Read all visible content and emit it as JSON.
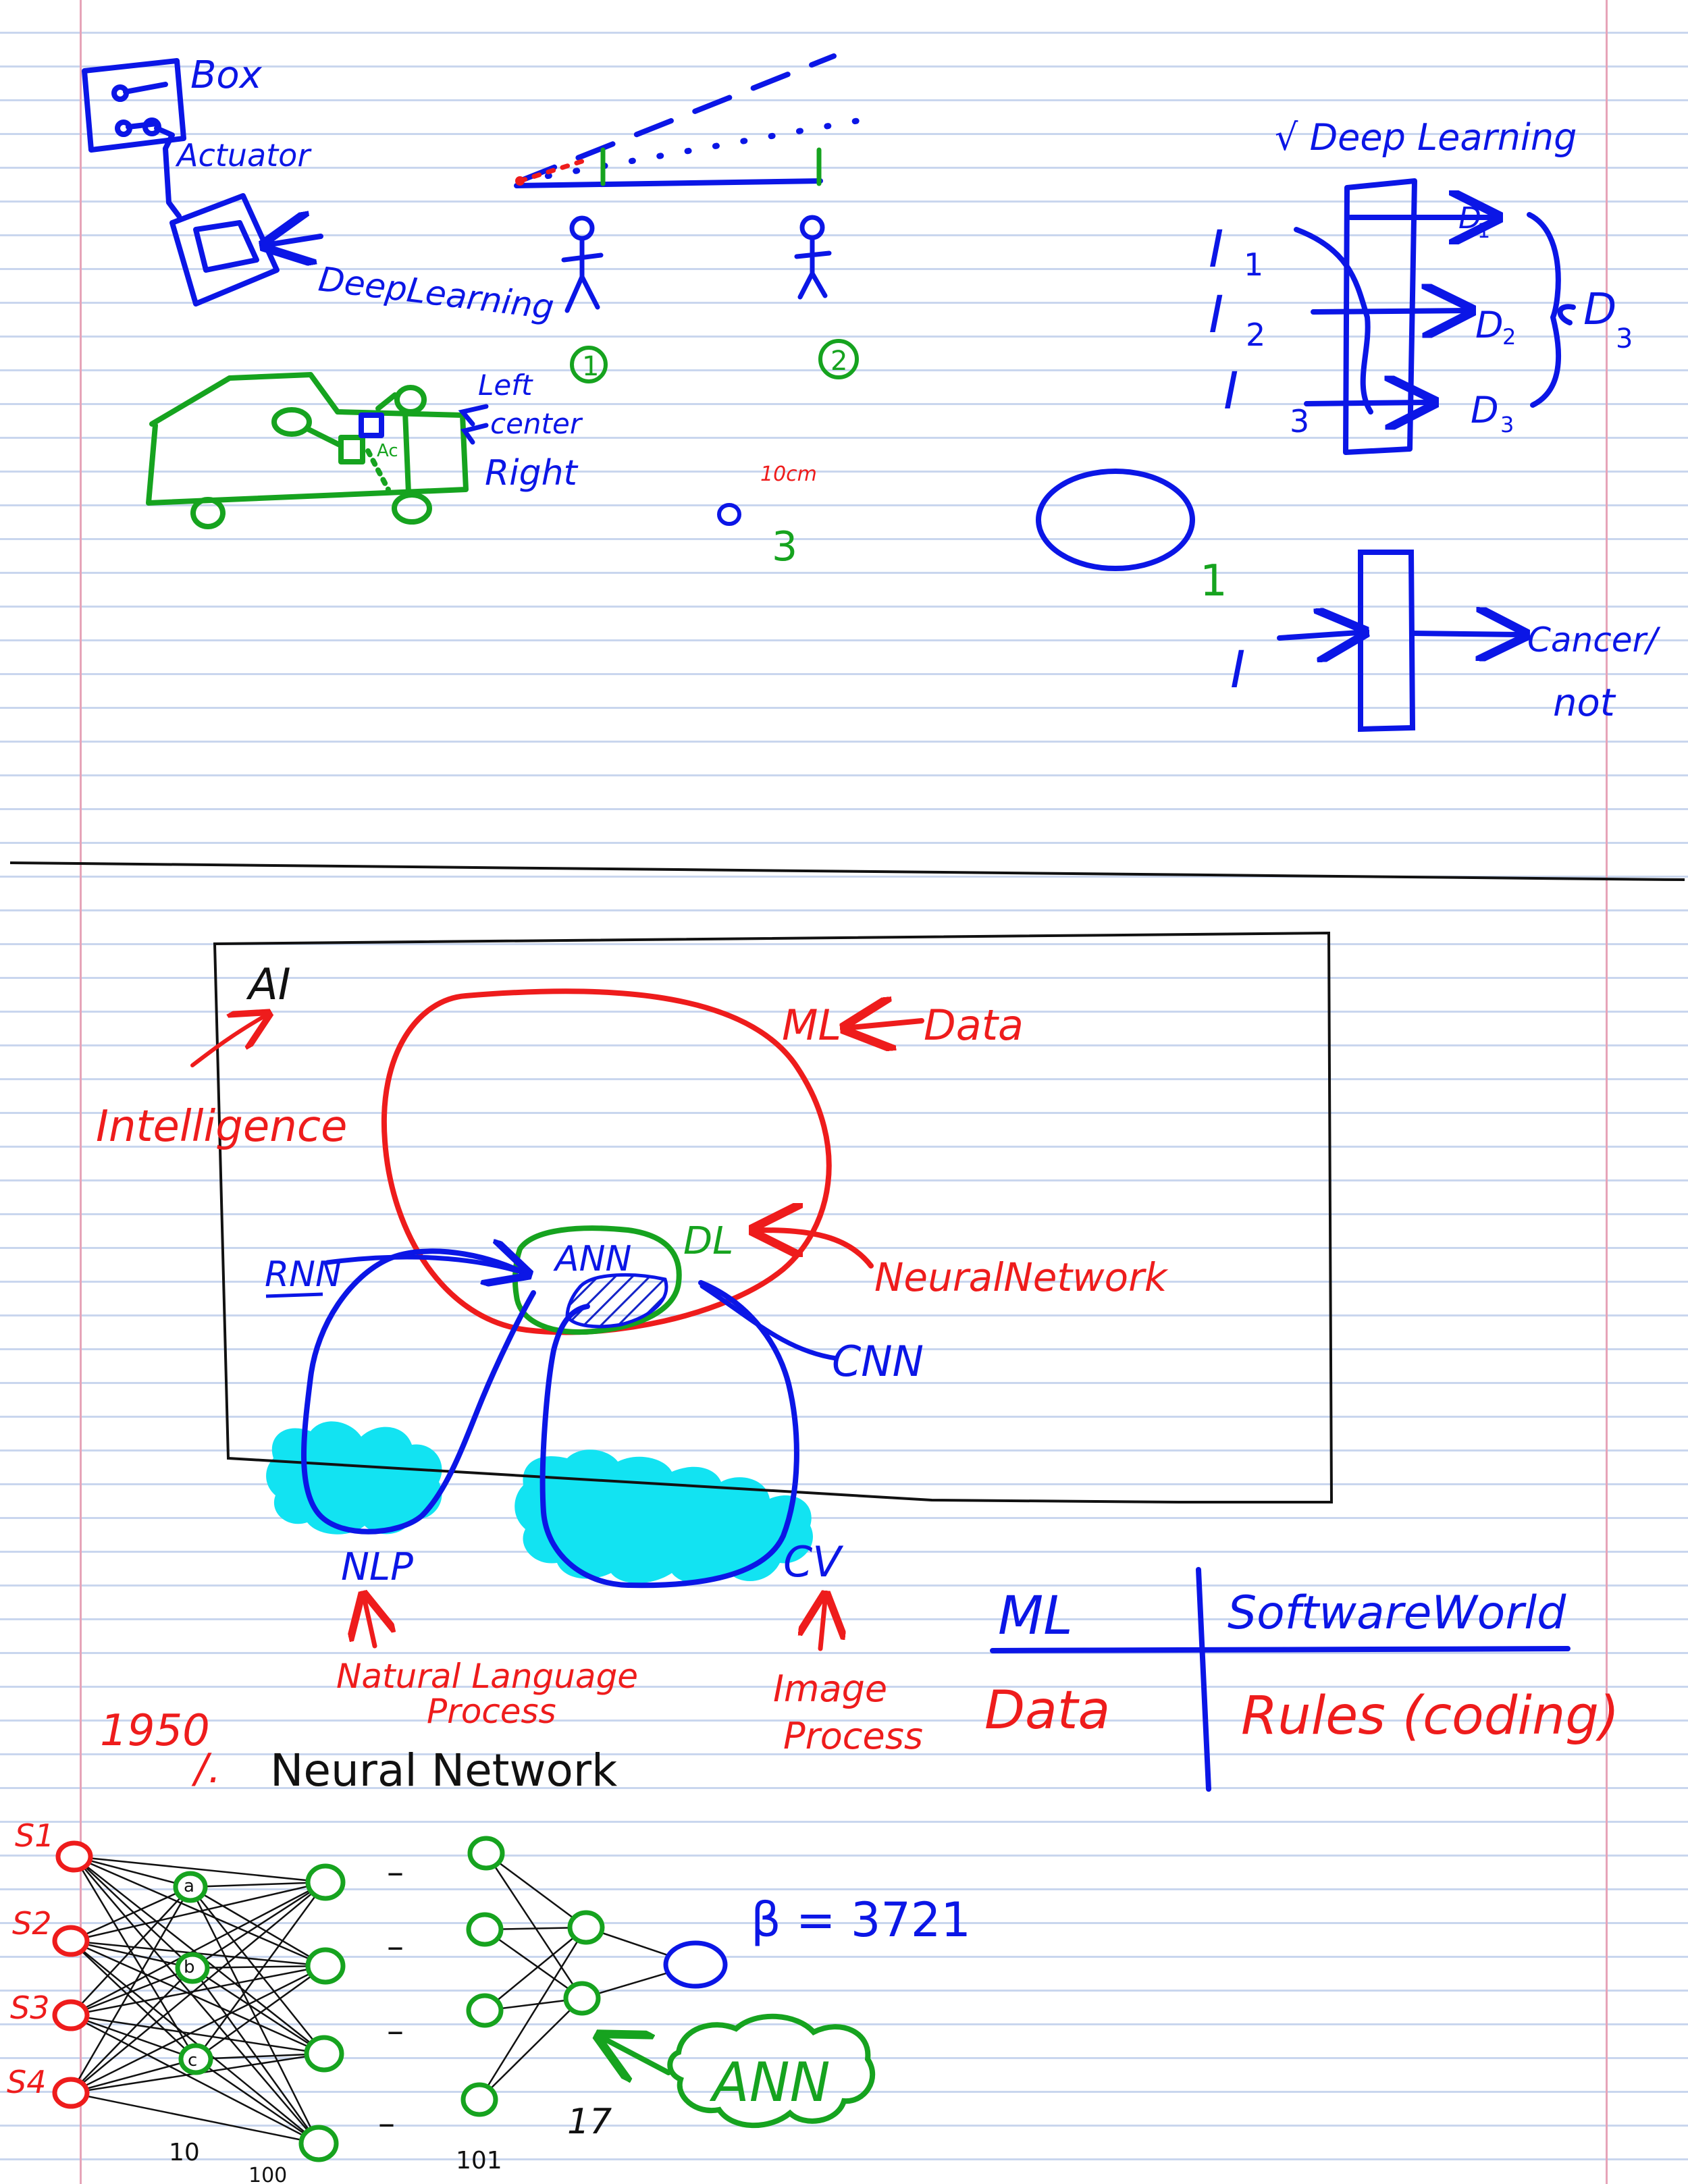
{
  "colors": {
    "blue": "#0b16e6",
    "green": "#16a31f",
    "red": "#ee1c1c",
    "black": "#111111",
    "cyan": "#12e3f2",
    "hatch": "#1424c8",
    "margin": "#e6a4b8",
    "rule": "#c9d6ee"
  },
  "top_left": {
    "box_label": "Box",
    "actuator_label": "Actuator",
    "deep_learning_label": "DeepLearning",
    "direction_left": "Left",
    "direction_center": "center",
    "direction_right": "Right",
    "car_tag": "Ac"
  },
  "top_middle": {
    "person1_number": "1",
    "person2_number": "2",
    "distance": "10cm",
    "circle_number": "3"
  },
  "top_right": {
    "title": "√ Deep Learning",
    "inputs": [
      "I",
      "I",
      "I"
    ],
    "input_subs": [
      "1",
      "2",
      "3"
    ],
    "outputs": [
      "D",
      "D",
      "D"
    ],
    "output_subs": [
      "1",
      "2",
      "3"
    ],
    "combined": "D",
    "combined_sub": "3",
    "circle_number": "1",
    "single_input": "I",
    "cancer_label": "Cancer/",
    "not_label": "not"
  },
  "venn": {
    "ai": "AI",
    "intelligence": "Intelligence",
    "ml": "ML",
    "data": "Data",
    "ann": "ANN",
    "dl": "DL",
    "neural_network": "NeuralNetwork",
    "rnn": "RNN",
    "cnn": "CNN",
    "nlp": "NLP",
    "nlp_full_line1": "Natural Language",
    "nlp_full_line2": "Process",
    "cv": "CV",
    "cv_full_line1": "Image",
    "cv_full_line2": "Process"
  },
  "comparison": {
    "left_header": "ML",
    "right_header": "SoftwareWorld",
    "left_value": "Data",
    "right_value": "Rules (coding)"
  },
  "history": {
    "year": "1950",
    "slash": "/.",
    "text": "Neural Network"
  },
  "network": {
    "inputs": [
      "S1",
      "S2",
      "S3",
      "S4"
    ],
    "hidden_labels": [
      "a",
      "b",
      "c"
    ],
    "dashes": [
      "–",
      "–",
      "–",
      "–"
    ],
    "count_10": "10",
    "count_100": "100",
    "count_101": "101",
    "count_17": "17",
    "ann_label": "ANN",
    "beta": "β = 3721"
  }
}
